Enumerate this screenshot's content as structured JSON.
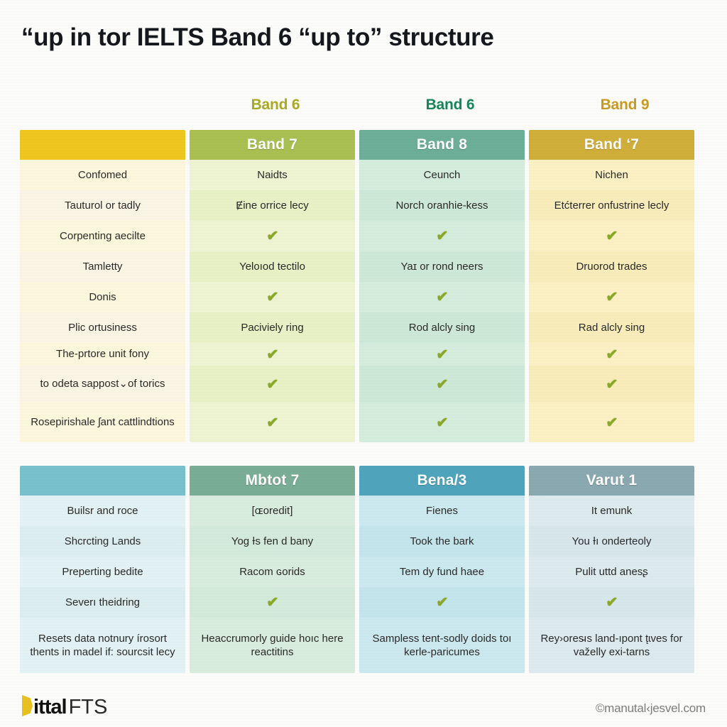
{
  "title": "“up in tor IELTS Band 6 “up to” structure",
  "colors": {
    "band6_olive": "#a8aa22",
    "band6_green": "#16865a",
    "band9_gold": "#c99a21",
    "head_yellow": "#efc51f",
    "head_olive": "#a9bf52",
    "head_teal": "#6cae97",
    "head_gold": "#d0ae3a",
    "head_cyan": "#78c0cc",
    "head_seagreen": "#7aad96",
    "head_steel": "#4fa4bb",
    "head_slate": "#8aa8b0",
    "check_green": "#8aa829"
  },
  "sublabels": [
    {
      "text": "Band 6",
      "color": "#a8aa22"
    },
    {
      "text": "Band 6",
      "color": "#16865a"
    },
    {
      "text": "Band 9",
      "color": "#c99a21"
    }
  ],
  "table_top": {
    "columns": [
      {
        "header": "",
        "head_color": "#efc51f",
        "bg_odd": "#fcf6dd",
        "bg_even": "#faf4e4",
        "text_color": "#2a2a28",
        "cells": [
          {
            "type": "text",
            "value": "Confomed",
            "h": 43
          },
          {
            "type": "text",
            "value": "Tauturol or tadly",
            "h": 43
          },
          {
            "type": "text",
            "value": "Corpenting aecilte",
            "h": 43
          },
          {
            "type": "text",
            "value": "Tamletty",
            "h": 43
          },
          {
            "type": "text",
            "value": "Donis",
            "h": 43
          },
          {
            "type": "text",
            "value": "Plic ortusiness",
            "h": 43
          },
          {
            "type": "text",
            "value": "The-prtore unit fony",
            "h": 32
          },
          {
            "type": "text",
            "value": "to odeta sappost⌄of torics",
            "h": 52
          },
          {
            "type": "text",
            "value": "Rosepirishale ʃant cattlindtions",
            "h": 56
          }
        ]
      },
      {
        "header": "Band 7",
        "head_color": "#a9bf52",
        "bg_odd": "#eef3d2",
        "bg_even": "#e8f0c6",
        "text_color": "#2a2a28",
        "cells": [
          {
            "type": "text",
            "value": "Naidts",
            "h": 43
          },
          {
            "type": "text",
            "value": "Ɇine orrice lecy",
            "h": 43
          },
          {
            "type": "check",
            "value": "✔",
            "h": 43
          },
          {
            "type": "text",
            "value": "Yeloıod tectilo",
            "h": 43
          },
          {
            "type": "check",
            "value": "✔",
            "h": 43
          },
          {
            "type": "text",
            "value": "Pacivіely ring",
            "h": 43
          },
          {
            "type": "check",
            "value": "✔",
            "h": 32
          },
          {
            "type": "check",
            "value": "✔",
            "h": 52
          },
          {
            "type": "check",
            "value": "✔",
            "h": 56
          }
        ]
      },
      {
        "header": "Band 8",
        "head_color": "#6cae97",
        "bg_odd": "#d4ecdc",
        "bg_even": "#cde8d6",
        "text_color": "#2a2a28",
        "cells": [
          {
            "type": "text",
            "value": "Ceunch",
            "h": 43
          },
          {
            "type": "text",
            "value": "Norch oranhіe-kess",
            "h": 43
          },
          {
            "type": "check",
            "value": "✔",
            "h": 43
          },
          {
            "type": "text",
            "value": "Yaɪ or rond neers",
            "h": 43
          },
          {
            "type": "check",
            "value": "✔",
            "h": 43
          },
          {
            "type": "text",
            "value": "Rod alcly sing",
            "h": 43
          },
          {
            "type": "check",
            "value": "✔",
            "h": 32
          },
          {
            "type": "check",
            "value": "✔",
            "h": 52
          },
          {
            "type": "check",
            "value": "✔",
            "h": 56
          }
        ]
      },
      {
        "header": "Band ‘7",
        "head_color": "#d0ae3a",
        "bg_odd": "#fbf0c4",
        "bg_even": "#f8ecba",
        "text_color": "#2a2a28",
        "cells": [
          {
            "type": "text",
            "value": "Nichen",
            "h": 43
          },
          {
            "type": "text",
            "value": "Etćterrer onfustrine lecly",
            "h": 43
          },
          {
            "type": "check",
            "value": "✔",
            "h": 43
          },
          {
            "type": "text",
            "value": "Druorod trades",
            "h": 43
          },
          {
            "type": "check",
            "value": "✔",
            "h": 43
          },
          {
            "type": "text",
            "value": "Rad alcly sing",
            "h": 43
          },
          {
            "type": "check",
            "value": "✔",
            "h": 32
          },
          {
            "type": "check",
            "value": "✔",
            "h": 52
          },
          {
            "type": "check",
            "value": "✔",
            "h": 56
          }
        ]
      }
    ]
  },
  "table_bottom": {
    "columns": [
      {
        "header": "",
        "head_color": "#78c0cc",
        "bg_odd": "#e2f1f3",
        "bg_even": "#dcedf0",
        "text_color": "#2a2a28",
        "cells": [
          {
            "type": "text",
            "value": "Builsr and roce",
            "h": 43
          },
          {
            "type": "text",
            "value": "Shcrcting Lands",
            "h": 43
          },
          {
            "type": "text",
            "value": "Preperting bedite",
            "h": 43
          },
          {
            "type": "text",
            "value": "Severı theidring",
            "h": 43
          },
          {
            "type": "text",
            "value": "Resets data notnury írosort thents in madel if: sourcsit lecy",
            "h": 78
          }
        ]
      },
      {
        "header": "Mbtot 7",
        "head_color": "#7aad96",
        "bg_odd": "#d8ecdd",
        "bg_even": "#d3e9da",
        "text_color": "#2a2a28",
        "cells": [
          {
            "type": "text",
            "value": "[ɶoredit]",
            "h": 43
          },
          {
            "type": "text",
            "value": "Yog Ɨs fen d bany",
            "h": 43
          },
          {
            "type": "text",
            "value": "Racom ɢorids",
            "h": 43
          },
          {
            "type": "check",
            "value": "✔",
            "h": 43
          },
          {
            "type": "text",
            "value": "Heaccrumorly guide hoıc here reactitins",
            "h": 78
          }
        ]
      },
      {
        "header": "Bena/3",
        "head_color": "#4fa4bb",
        "bg_odd": "#cbe8ef",
        "bg_even": "#c4e4ec",
        "text_color": "#2a2a28",
        "cells": [
          {
            "type": "text",
            "value": "Fienes",
            "h": 43
          },
          {
            "type": "text",
            "value": "Took the bark",
            "h": 43
          },
          {
            "type": "text",
            "value": "Tem dу fund haee",
            "h": 43
          },
          {
            "type": "check",
            "value": "✔",
            "h": 43
          },
          {
            "type": "text",
            "value": "Sampless tent-sodly doids toı kerle-parіcumes",
            "h": 78
          }
        ]
      },
      {
        "header": "Varut 1",
        "head_color": "#8aa8b0",
        "bg_odd": "#dceaee",
        "bg_even": "#d6e6eb",
        "text_color": "#2a2a28",
        "cells": [
          {
            "type": "text",
            "value": "It emunk",
            "h": 43
          },
          {
            "type": "text",
            "value": "You Ɨı onderteoly",
            "h": 43
          },
          {
            "type": "text",
            "value": "Pulіt uttd anesʂ",
            "h": 43
          },
          {
            "type": "check",
            "value": "✔",
            "h": 43
          },
          {
            "type": "text",
            "value": "Rey›ores̵ıs land-ıpont t̨ɩves for važelly exi-tarns",
            "h": 78
          }
        ]
      }
    ]
  },
  "footer": {
    "logo_bold": "ittal",
    "logo_light": "FTS",
    "watermark": "©manutal‹jesvel.com"
  }
}
